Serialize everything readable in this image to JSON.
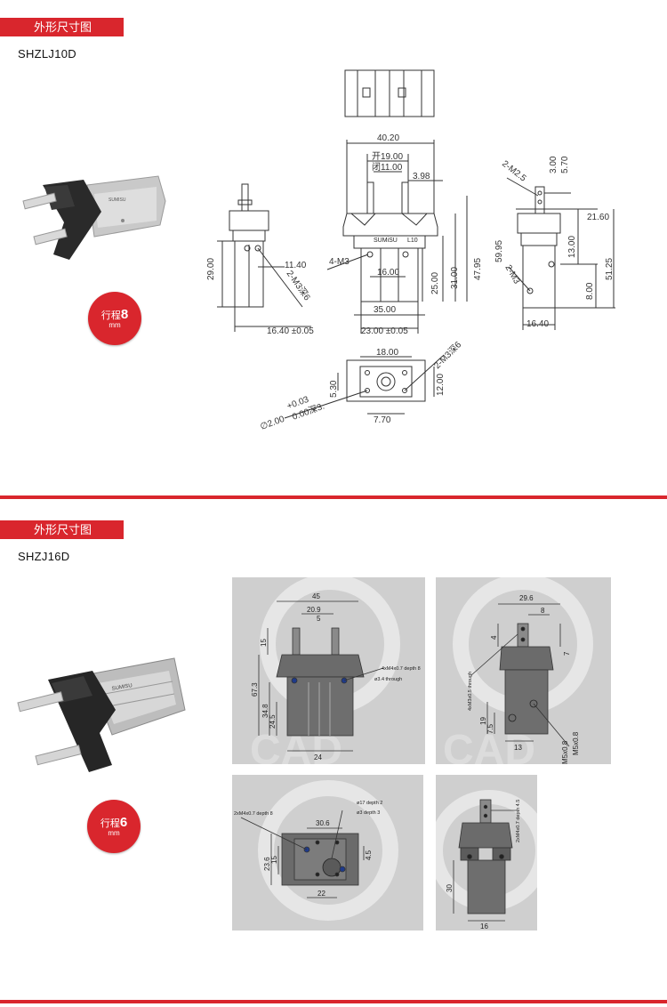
{
  "section1": {
    "header": "外形尺寸图",
    "model": "SHZLJ10D",
    "stroke_badge": {
      "label": "行程",
      "value": "8",
      "unit": "mm"
    },
    "product_label": "SUMISU",
    "drawing": {
      "front": {
        "brand": "SUMiSU",
        "code": "L10",
        "d_40_20": "40.20",
        "d_open": "开19.00",
        "d_close": "闭11.00",
        "d_3_98": "3.98",
        "d_4m3": "4-M3",
        "d_16": "16.00",
        "d_25": "25.00",
        "d_31": "31.00",
        "d_47_95": "47.95",
        "d_59_95": "59.95",
        "d_35": "35.00",
        "d_23": "23.00 ±0.05"
      },
      "left": {
        "d_29": "29.00",
        "d_11_40": "11.40",
        "d_2m3": "2-M3深6",
        "d_16_40": "16.40 ±0.05"
      },
      "right": {
        "d_2m2_5": "2-M2.5",
        "d_3": "3.00",
        "d_5_7": "5.70",
        "d_21_6": "21.60",
        "d_13": "13.00",
        "d_2m3": "2-M3",
        "d_8": "8.00",
        "d_51_25": "51.25",
        "d_16_40": "16.40"
      },
      "bottom": {
        "d_18": "18.00",
        "d_2m3": "2-M3深6",
        "d_5_3": "5.30",
        "d_12": "12.00",
        "d_tol": "+0.03",
        "d_tol2": "0.00深3.",
        "d_dia": "∅2.00",
        "d_7_7": "7.70"
      }
    }
  },
  "section2": {
    "header": "外形尺寸图",
    "model": "SHZJ16D",
    "stroke_badge": {
      "label": "行程",
      "value": "6",
      "unit": "mm"
    },
    "product_label": "SUMISU",
    "watermark": "CAD",
    "drawing": {
      "front": {
        "d45": "45",
        "d20_9": "20.9",
        "d5": "5",
        "d15": "15",
        "d67_3": "67.3",
        "d34_8": "34.8",
        "d24_5": "24.5",
        "d24": "24",
        "note1": "4xM4x0.7 depth 8",
        "note2": "ø3.4 through"
      },
      "side": {
        "d29_6": "29.6",
        "d8": "8",
        "d4": "4",
        "d7": "7",
        "note": "4xM3x0.5 through",
        "d19": "19",
        "d7_5": "7.5",
        "d13": "13",
        "m5a": "M5x0.8",
        "m5b": "M5x0.8"
      },
      "bottom": {
        "note1": "ø17 depth 2",
        "note2": "ø3 depth 3",
        "note3": "2xM4x0.7 depth 8",
        "d30_6": "30.6",
        "d23_6": "23.6",
        "d15": "15",
        "d4_5": "4.5",
        "d22": "22"
      },
      "side2": {
        "note": "2xM4x0.7 depth 4.5",
        "d30": "30",
        "d16": "16"
      }
    }
  }
}
